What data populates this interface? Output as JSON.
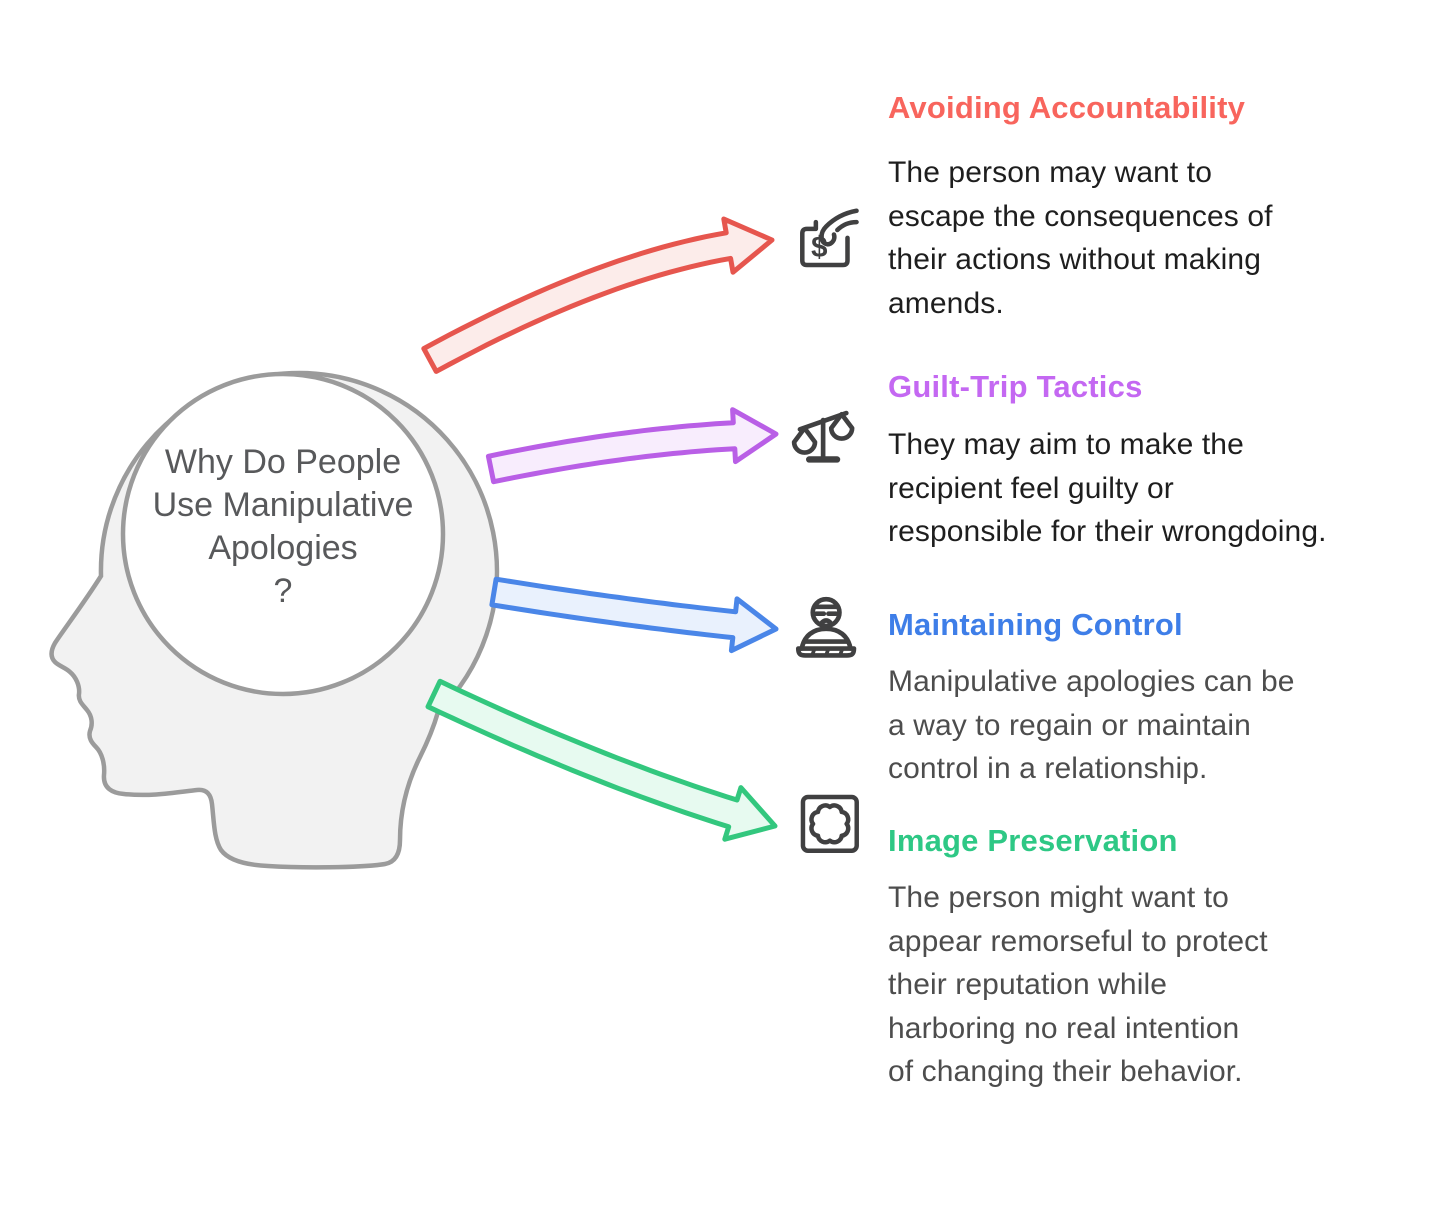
{
  "page": {
    "background": "#FFFFFF"
  },
  "center": {
    "lines": [
      "Why Do People",
      "Use Manipulative",
      "Apologies",
      "?"
    ],
    "text_color": "#58595B",
    "head_fill": "#F2F2F2",
    "head_stroke": "#9B9B9B",
    "circle_fill": "#FFFFFF"
  },
  "icon_color": "#404041",
  "sections": [
    {
      "id": "avoiding-accountability",
      "title": "Avoiding Accountability",
      "color": "#F8655D",
      "arrow_stroke": "#E6564E",
      "arrow_fill": "#FCECEA",
      "body_color": "#1E1E1E",
      "icon": "money-grab-icon",
      "body_lines": [
        "The person may want to",
        "escape the consequences of",
        "their actions without making",
        "amends."
      ]
    },
    {
      "id": "guilt-trip-tactics",
      "title": "Guilt-Trip Tactics",
      "color": "#C468F2",
      "arrow_stroke": "#B95FE6",
      "arrow_fill": "#F8EDFD",
      "body_color": "#1E1E1E",
      "icon": "scales-icon",
      "body_lines": [
        "They may aim to make the",
        "recipient feel guilty or",
        "responsible for their wrongdoing."
      ]
    },
    {
      "id": "maintaining-control",
      "title": "Maintaining Control",
      "color": "#3E7EE8",
      "arrow_stroke": "#4A86E8",
      "arrow_fill": "#E9F1FD",
      "body_color": "#4D4D4D",
      "icon": "burglar-icon",
      "body_lines": [
        "Manipulative apologies can be",
        "a way to regain or maintain",
        "control in a relationship."
      ]
    },
    {
      "id": "image-preservation",
      "title": "Image Preservation",
      "color": "#2EC885",
      "arrow_stroke": "#33C77E",
      "arrow_fill": "#E7FAF0",
      "body_color": "#4D4D4D",
      "icon": "seal-icon",
      "body_lines": [
        "The person might want to",
        "appear remorseful to protect",
        "their reputation while",
        "harboring no real intention",
        "of changing their behavior."
      ]
    }
  ]
}
